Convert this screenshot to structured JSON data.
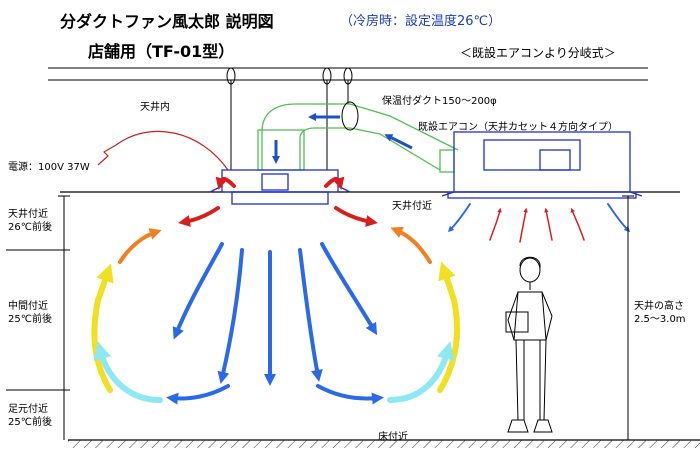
{
  "title": {
    "main": "分ダクトファン風太郎 説明図",
    "cooling": "（冷房時：設定温度26℃）",
    "store": "店舗用（TF-01型）",
    "branch": "＜既設エアコンより分岐式＞"
  },
  "labels": {
    "ceiling_inside": "天井内",
    "duct": "保温付ダクト150～200φ",
    "existing_ac": "既設エアコン（天井カセット４方向タイプ）",
    "power": "電源：100V 37W",
    "near_ceiling_right": "天井付近",
    "near_floor": "床付近"
  },
  "zones": [
    {
      "name": "天井付近",
      "temp": "26℃前後"
    },
    {
      "name": "中間付近",
      "temp": "25℃前後"
    },
    {
      "name": "足元付近",
      "temp": "25℃前後"
    }
  ],
  "ceiling_height": {
    "label": "天井の高さ",
    "range": "2.5～3.0m"
  },
  "colors": {
    "warm_flow": "#d81e1e",
    "mid_flow": "#f08020",
    "yellow_flow": "#f0e020",
    "cool_flow": "#2a6ae8",
    "cyan_flow": "#8ee8f4",
    "duct": "#50c050",
    "unit": "#2030d0"
  }
}
